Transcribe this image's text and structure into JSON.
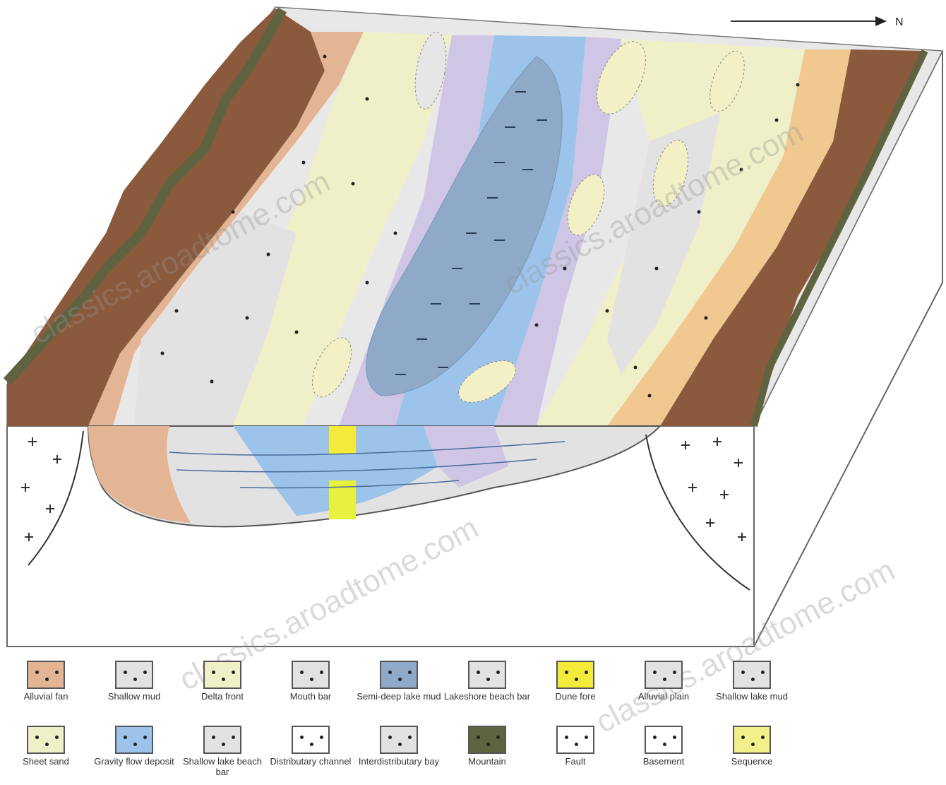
{
  "north_label": "N",
  "watermark": "classics.aroadtome.com",
  "colors": {
    "alluvial_fan": "#e4b594",
    "mountain": "#8b5a3c",
    "mountain_dark": "#5f6340",
    "semi_deep": "#8fa9c9",
    "gravity_flow": "#9cc4ea",
    "lakeshore": "#e2e2e2",
    "delta_front": "#f0f0c8",
    "sequence": "#f2f08a",
    "purple": "#cfc6e6",
    "yellow": "#f3ea3a"
  },
  "legend": [
    {
      "label": "Alluvial fan"
    },
    {
      "label": "Shallow mud"
    },
    {
      "label": "Delta front"
    },
    {
      "label": "Mouth bar"
    },
    {
      "label": "Semi-deep lake mud"
    },
    {
      "label": "Lakeshore beach bar"
    },
    {
      "label": "Dune fore"
    },
    {
      "label": "Alluvial plain"
    },
    {
      "label": "Shallow lake mud"
    },
    {
      "label": "Sheet sand"
    },
    {
      "label": "Gravity flow deposit"
    },
    {
      "label": "Shallow lake beach bar"
    },
    {
      "label": "Distributary channel"
    },
    {
      "label": "Interdistributary bay"
    },
    {
      "label": "Mountain"
    },
    {
      "label": "Fault"
    },
    {
      "label": "Basement"
    },
    {
      "label": "Sequence"
    }
  ]
}
